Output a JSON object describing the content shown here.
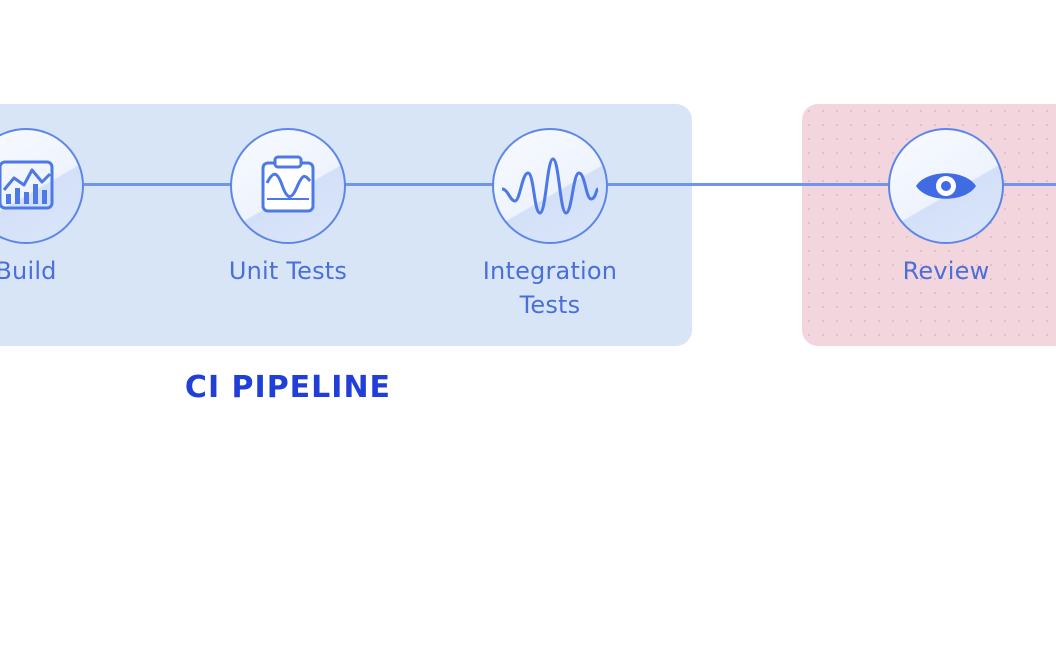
{
  "diagram": {
    "section_title": "CI PIPELINE",
    "stages": [
      {
        "label": "Build",
        "icon": "bar-chart-icon",
        "group": "ci"
      },
      {
        "label": "Unit Tests",
        "icon": "clipboard-icon",
        "group": "ci"
      },
      {
        "label": "Integration\nTests",
        "icon": "waveform-icon",
        "group": "ci"
      },
      {
        "label": "Review",
        "icon": "eye-icon",
        "group": "review"
      }
    ],
    "colors": {
      "ci_panel": "#d8e5f6",
      "review_panel": "#f3d5dd",
      "stroke": "#5d86e8",
      "label_text": "#4b6fd9",
      "title_text": "#1f3fd8"
    }
  }
}
